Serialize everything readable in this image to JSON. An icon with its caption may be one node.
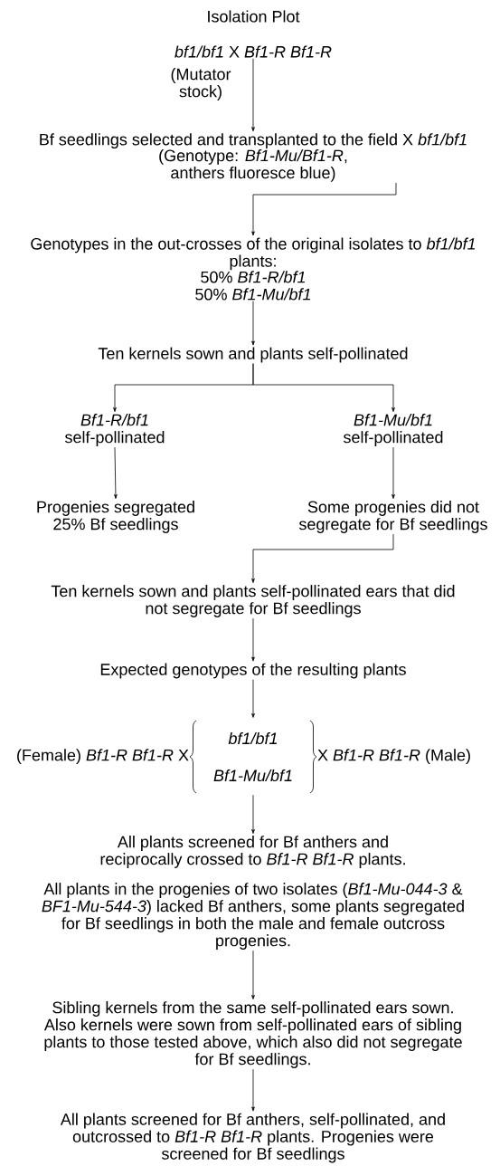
{
  "diagram": {
    "title": "Isolation Plot",
    "nodes": [
      {
        "text": [
          "*bf1/bf1* X *Bf1-R Bf1-R*"
        ],
        "beside": [
          "(Mutator stock)"
        ]
      },
      {
        "text": [
          "Bf seedlings selected and transplanted to the field X *bf1/bf1*",
          "(Genotype: *Bf1-Mu/Bf1-R*, anthers fluoresce blue)"
        ]
      },
      {
        "text": [
          "Genotypes in the out-crosses of the original isolates to *bf1/bf1* plants:",
          "50% *Bf1-R/bf1*",
          "50% *Bf1-Mu/bf1*"
        ]
      },
      {
        "text": [
          "Ten kernels sown and plants self-pollinated"
        ]
      },
      {
        "text": [
          "*Bf1-R/bf1* self-pollinated"
        ]
      },
      {
        "text": [
          "*Bf1-Mu/bf1* self-pollinated"
        ]
      },
      {
        "text": [
          "Progenies segregated 25% Bf seedlings"
        ]
      },
      {
        "text": [
          "Some progenies did not segregate for Bf seedlings"
        ]
      },
      {
        "text": [
          "Ten kernels sown and plants self-pollinated ears that did not segregate for Bf seedlings"
        ]
      },
      {
        "text": [
          "Expected genotypes of the resulting plants"
        ]
      },
      {
        "text": [
          "(Female) *Bf1-R Bf1-R* X",
          "*bf1/bf1*",
          "*Bf1-Mu/bf1*",
          "X *Bf1-R Bf1-R* (Male)"
        ]
      },
      {
        "text": [
          "All plants screened for Bf anthers and reciprocally crossed to *Bf1-R Bf1-R* plants."
        ]
      },
      {
        "text": [
          "All plants in the progenies of two isolates (*Bf1-Mu-044-3* & *BF1-Mu-544-3*) lacked Bf anthers, some plants segregated for Bf seedlings in both the male and female outcross progenies."
        ]
      },
      {
        "text": [
          "Sibling kernels from the same self-pollinated ears sown. Also kernels were sown from self-pollinated ears of sibling plants to those tested above, which also did not segregate for Bf seedlings."
        ]
      },
      {
        "text": [
          "All plants screened for Bf anthers, self-pollinated, and outcrossed to *Bf1-R Bf1-R* plants. Progenies were screened for Bf seedlings"
        ]
      }
    ],
    "edges": [
      {
        "from": 0,
        "to": 1,
        "arrow": "to"
      },
      {
        "from": 1,
        "to": 2,
        "arrow": "to"
      },
      {
        "from": 2,
        "to": 3,
        "arrow": "to"
      },
      {
        "from": 3,
        "to": 4,
        "arrow": "to"
      },
      {
        "from": 3,
        "to": 5,
        "arrow": "to"
      },
      {
        "from": 4,
        "to": 6,
        "arrow": "to"
      },
      {
        "from": 5,
        "to": 7,
        "arrow": "to"
      },
      {
        "from": 7,
        "to": 8,
        "arrow": "to"
      },
      {
        "from": 8,
        "to": 9,
        "arrow": "to"
      },
      {
        "from": 9,
        "to": 10,
        "arrow": "to"
      },
      {
        "from": 10,
        "to": 11,
        "arrow": "to"
      },
      {
        "from": 12,
        "to": 13,
        "arrow": "to"
      },
      {
        "from": 13,
        "to": 14,
        "arrow": "to"
      }
    ]
  }
}
